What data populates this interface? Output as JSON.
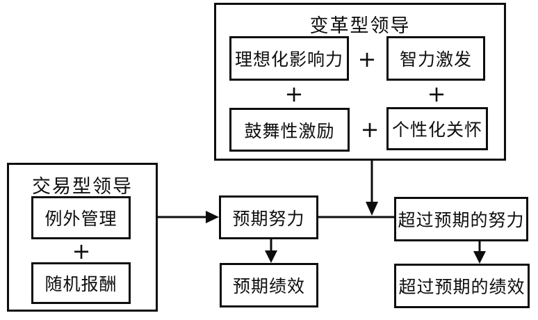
{
  "diagram": {
    "plus_sign": "+",
    "transformational": {
      "title": "变革型领导",
      "components": {
        "idealized_influence": "理想化影响力",
        "intellectual_stimulation": "智力激发",
        "inspirational_motivation": "鼓舞性激励",
        "individualized_consideration": "个性化关怀"
      }
    },
    "transactional": {
      "title": "交易型领导",
      "components": {
        "management_by_exception": "例外管理",
        "contingent_reward": "随机报酬"
      }
    },
    "outcomes": {
      "expected_effort": "预期努力",
      "expected_performance": "预期绩效",
      "beyond_expected_effort": "超过预期的努力",
      "beyond_expected_performance": "超过预期的绩效"
    },
    "colors": {
      "line": "#0d0d0d",
      "background": "#ffffff"
    }
  }
}
